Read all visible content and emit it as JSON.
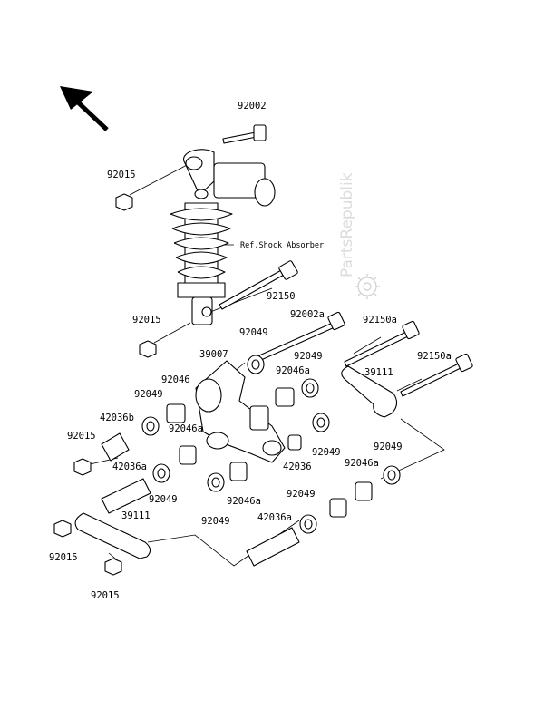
{
  "watermark": {
    "text": "PartsRepublik",
    "icon": "gear-icon"
  },
  "direction_arrow": {
    "icon": "front-direction-arrow-icon"
  },
  "reference_note": "Ref.Shock Absorber",
  "callouts": [
    {
      "id": "c01",
      "text": "92002"
    },
    {
      "id": "c02",
      "text": "92015"
    },
    {
      "id": "c03",
      "text": "92150"
    },
    {
      "id": "c04",
      "text": "92015"
    },
    {
      "id": "c05",
      "text": "92002a"
    },
    {
      "id": "c06",
      "text": "92150a"
    },
    {
      "id": "c07",
      "text": "92049"
    },
    {
      "id": "c08",
      "text": "39007"
    },
    {
      "id": "c09",
      "text": "92049"
    },
    {
      "id": "c10",
      "text": "92150a"
    },
    {
      "id": "c11",
      "text": "92046"
    },
    {
      "id": "c12",
      "text": "92046a"
    },
    {
      "id": "c13",
      "text": "39111"
    },
    {
      "id": "c14",
      "text": "92049"
    },
    {
      "id": "c15",
      "text": "42036b"
    },
    {
      "id": "c16",
      "text": "92046a"
    },
    {
      "id": "c17",
      "text": "92015"
    },
    {
      "id": "c18",
      "text": "92049"
    },
    {
      "id": "c19",
      "text": "92049"
    },
    {
      "id": "c20",
      "text": "42036a"
    },
    {
      "id": "c21",
      "text": "42036"
    },
    {
      "id": "c22",
      "text": "92046a"
    },
    {
      "id": "c23",
      "text": "92049"
    },
    {
      "id": "c24",
      "text": "92046a"
    },
    {
      "id": "c25",
      "text": "92049"
    },
    {
      "id": "c26",
      "text": "92049"
    },
    {
      "id": "c27",
      "text": "39111"
    },
    {
      "id": "c28",
      "text": "42036a"
    },
    {
      "id": "c29",
      "text": "92015"
    },
    {
      "id": "c30",
      "text": "92015"
    }
  ]
}
